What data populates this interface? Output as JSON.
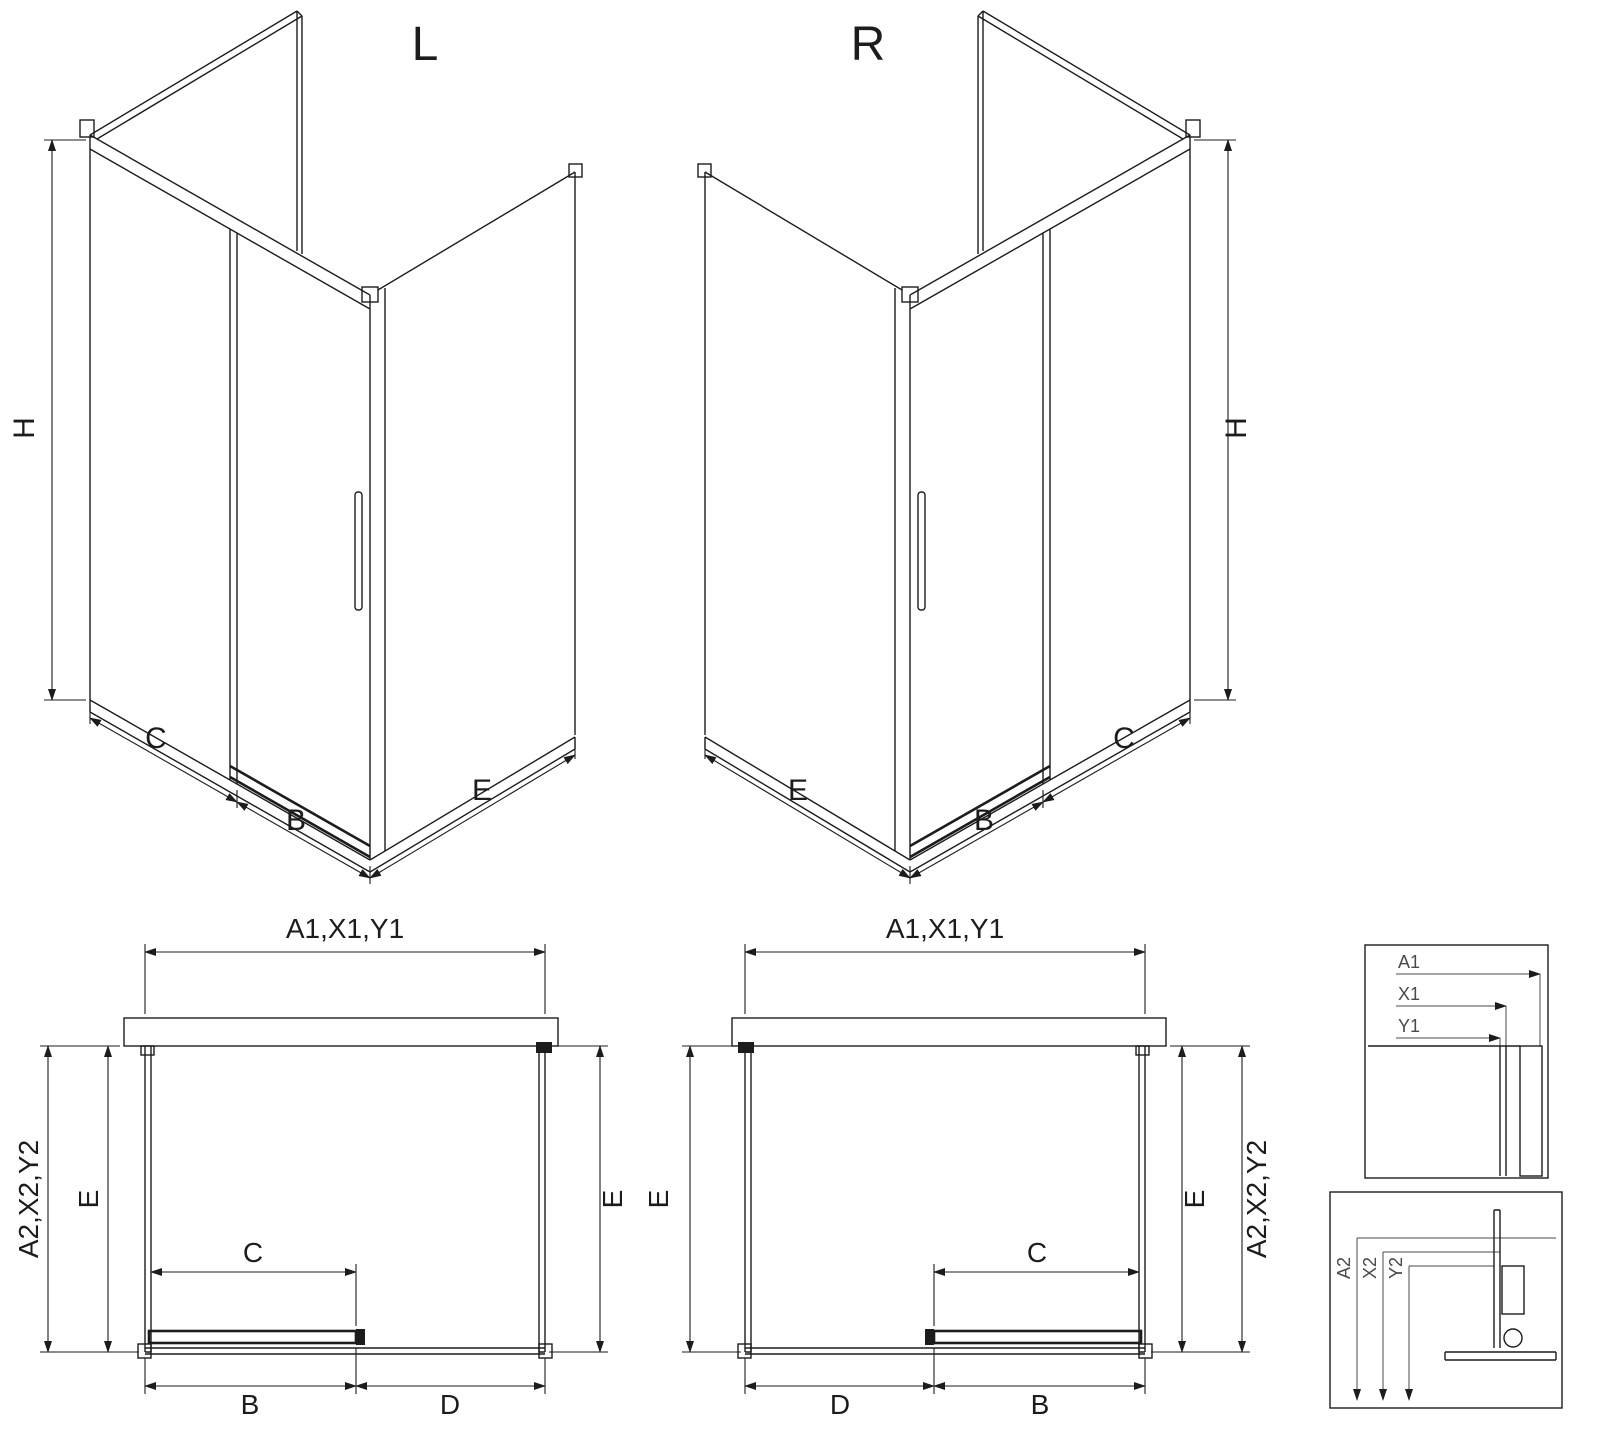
{
  "drawing": {
    "background": "#ffffff",
    "line_color": "#1c1c1c",
    "detail_label_color": "#4a4a4a"
  },
  "iso_left": {
    "variant": "L",
    "h": "H",
    "c": "C",
    "b": "B",
    "e": "E"
  },
  "iso_right": {
    "variant": "R",
    "h": "H",
    "c": "C",
    "b": "B",
    "e": "E"
  },
  "plan_left": {
    "top": "A1,X1,Y1",
    "side": "A2,X2,Y2",
    "e_left": "E",
    "e_right": "E",
    "c": "C",
    "b": "B",
    "d": "D"
  },
  "plan_right": {
    "top": "A1,X1,Y1",
    "side": "A2,X2,Y2",
    "e_left": "E",
    "e_right": "E",
    "c": "C",
    "b": "B",
    "d": "D"
  },
  "detail_top": {
    "a1": "A1",
    "x1": "X1",
    "y1": "Y1"
  },
  "detail_bottom": {
    "a2": "A2",
    "x2": "X2",
    "y2": "Y2"
  }
}
